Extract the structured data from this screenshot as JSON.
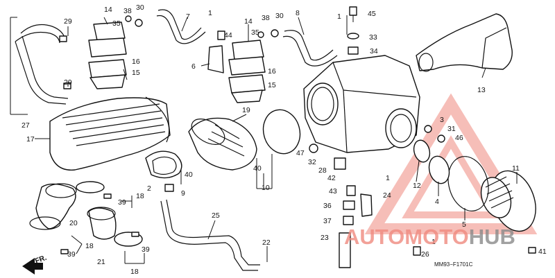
{
  "diagram": {
    "code": "MM93−F1701C",
    "front_label": "FR."
  },
  "watermark": {
    "part1": "AUTOMOTO",
    "part2": "HUB",
    "color1": "#f08a7f",
    "color2": "#8a8a8a"
  },
  "labels": [
    "27",
    "29",
    "29",
    "17",
    "14",
    "38",
    "30",
    "35",
    "16",
    "15",
    "7",
    "1",
    "44",
    "6",
    "14",
    "38",
    "30",
    "35",
    "16",
    "15",
    "8",
    "1",
    "45",
    "33",
    "34",
    "13",
    "19",
    "3",
    "31",
    "46",
    "47",
    "32",
    "28",
    "42",
    "1",
    "43",
    "24",
    "36",
    "37",
    "23",
    "1",
    "26",
    "12",
    "4",
    "5",
    "11",
    "41",
    "40",
    "10",
    "40",
    "9",
    "2",
    "39",
    "18",
    "20",
    "18",
    "39",
    "21",
    "25",
    "22",
    "39",
    "18"
  ]
}
